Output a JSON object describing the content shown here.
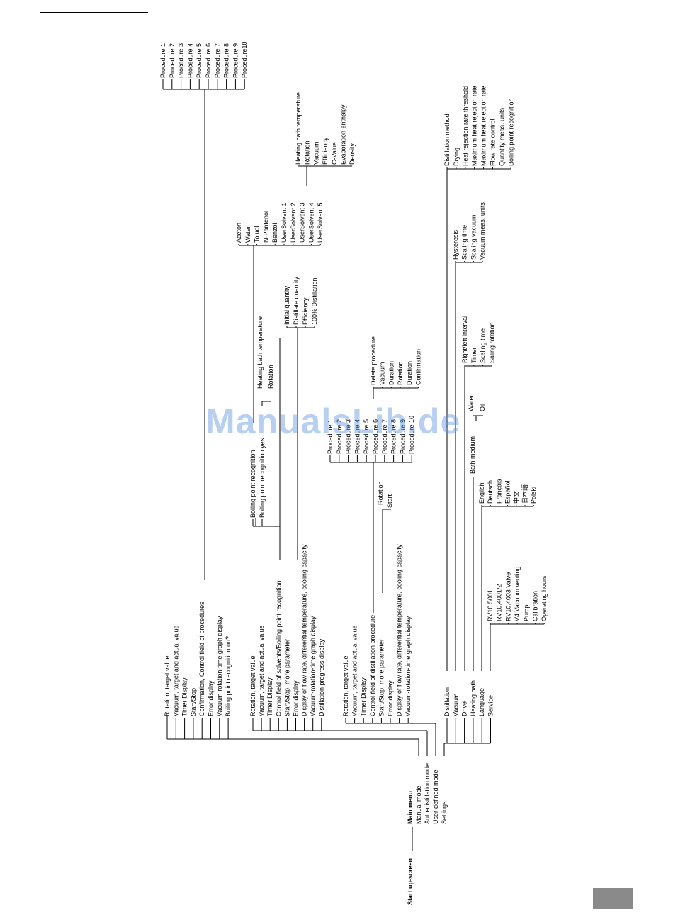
{
  "watermark": "ManualsLib.de",
  "root": {
    "label": "Start up-screen",
    "main_menu": "Main menu"
  },
  "modes": [
    "Manual mode",
    "Auto-distillation mode",
    "User-defined mode",
    "Settings"
  ],
  "manual": {
    "items": [
      "Rotation, target value",
      "Vacuum, target and actual value",
      "Timer Display",
      "Start/Stop",
      "Confirmation, Control field of procedures",
      "Error display",
      "Vacuum-rotation-time graph display",
      "Boiling point recognition on?"
    ],
    "procedures": [
      "Procedure 1",
      "Procedure 2",
      "Procedure 3",
      "Procedure 4",
      "Procedure 5",
      "Procedure 6",
      "Procedure 7",
      "Procedure 8",
      "Procedure 9",
      "Procedure10"
    ]
  },
  "auto": {
    "items": [
      "Rotation, target value",
      "Vacuum, target and actual value",
      "Timer Display",
      "Control field of solvents/Boiling point recognition",
      "Start/Stop, more parameter",
      "Error display",
      "Display of flow rate, differential temperature, cooling capacity",
      "Vacuum-rotation-time graph display",
      "Distillation progress display"
    ],
    "boiling": [
      "Boiling point recognition",
      "Boiling point recognition yes"
    ],
    "heating": [
      "Heating bath temperature",
      "Rotation"
    ],
    "solvents": [
      "Aceton",
      "Water",
      "Toluol",
      "N-Pantenol",
      "Benzol",
      "UserSolvent 1",
      "UserSolvent 2",
      "UserSolvent 3",
      "UserSolvent 4",
      "UserSolvent 5"
    ],
    "solvent_params": [
      "Heating bath temperature",
      "Rotation",
      "Vacuum",
      "Efficiency",
      "C-Value",
      "Evaporation enthalpy",
      "Density"
    ],
    "progress": [
      "Initial quantity",
      "Distillate quantity",
      "Efficiency",
      "100% Distillation"
    ]
  },
  "user": {
    "items": [
      "Rotation, target value",
      "Vacuum, target and actual value",
      "Timer Display",
      "Control field of distillation procedure",
      "Start/Stop, more parameter",
      "Error display",
      "Display of flow rate, differential temperature, cooling capacity",
      "Vacuum-rotation-time graph display"
    ],
    "procedures": [
      "Procedure 1",
      "Procedure 2",
      "Procedure 3",
      "Procedure 4",
      "Procedure 5",
      "Procedure 6",
      "Procedure 7",
      "Procedure 8",
      "Procedure 9",
      "Procedure 10"
    ],
    "proc_params": [
      "Delete procedure",
      "Vacuum",
      "Duration",
      "Rotation",
      "Duration",
      "Confirmation"
    ],
    "startstop": [
      "Rotation",
      "Start"
    ]
  },
  "settings": {
    "items": [
      "Distillation",
      "Vacuum",
      "Drive",
      "Heating bath",
      "Language",
      "Service"
    ],
    "distillation": [
      "Distillation method",
      "Drying",
      "Heat rejection rate threshold",
      "Maximum heat rejection rate",
      "Maximum heat rejection rate",
      "Flow rate control",
      "Quantity meas. units",
      "Boiling point recognition"
    ],
    "vacuum": [
      "Hysteresis",
      "Scaling time",
      "Scaling vacuum",
      "Vacuum meas. units"
    ],
    "drive": [
      "Right/left interval",
      "Timer",
      "Scaling time",
      "Saling rotation"
    ],
    "bath": {
      "label": "Bath medium",
      "options": [
        "Water",
        "Oil"
      ]
    },
    "language": [
      "English",
      "Deutsch",
      "Français",
      "Español",
      "中文",
      "日本語",
      "Polski"
    ],
    "service": [
      "RV10.5001",
      "RV10.4001/2",
      "RV10.4003 Valve",
      "V4 Vacuum venting",
      "Pump",
      "Calibration",
      "Operating hours"
    ]
  }
}
